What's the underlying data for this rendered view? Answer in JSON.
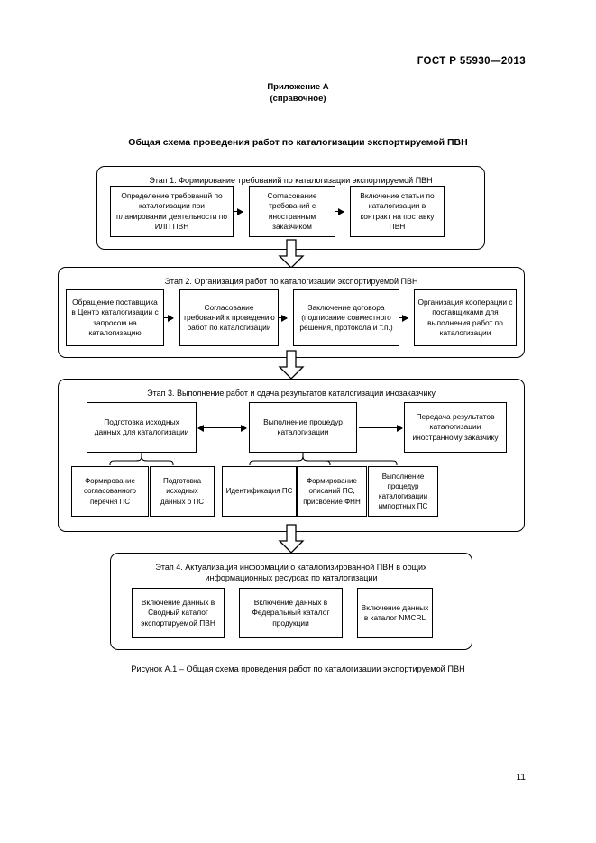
{
  "header": {
    "standard": "ГОСТ Р 55930—2013",
    "page_number": "11"
  },
  "annex": {
    "title": "Приложение А",
    "subtitle": "(справочное)"
  },
  "scheme_title": "Общая схема проведения работ по каталогизации экспортируемой ПВН",
  "figure_caption": "Рисунок А.1 – Общая схема проведения работ по каталогизации экспортируемой ПВН",
  "stages": [
    {
      "id": "stage-1",
      "title": "Этап 1. Формирование требований по каталогизации экспортируемой ПВН",
      "boxes": [
        "Определение требований по каталогизации при планировании деятельности по ИЛП ПВН",
        "Согласование требований  с иностранным заказчиком",
        "Включение статьи по каталогизации в контракт на поставку ПВН"
      ]
    },
    {
      "id": "stage-2",
      "title": "Этап 2. Организация работ по каталогизации экспортируемой ПВН",
      "boxes": [
        "Обращение поставщика в Центр каталогизации с запросом на каталогизацию",
        "Согласование требований к проведению работ по каталогизации",
        "Заключение договора (подписание совместного решения, протокола и т.п.)",
        "Организация кооперации с поставщиками для выполнения работ по каталогизации"
      ]
    },
    {
      "id": "stage-3",
      "title": "Этап 3. Выполнение работ и сдача результатов каталогизации инозаказчику",
      "boxes": [
        "Подготовка исходных данных для каталогизации",
        "Выполнение процедур каталогизации",
        "Передача результатов каталогизации иностранному заказчику"
      ],
      "subboxes": [
        "Формирование согласованного перечня ПС",
        "Подготовка исходных данных о ПС",
        "Идентификация ПС",
        "Формирование описаний ПС, присвоение ФНН",
        "Выполнение процедур каталогизации импортных ПС"
      ]
    },
    {
      "id": "stage-4",
      "title": "Этап 4. Актуализация информации о каталогизированной ПВН в общих информационных ресурсах по каталогизации",
      "boxes": [
        "Включение данных в Сводный каталог экспортируемой ПВН",
        "Включение данных в Федеральный  каталог продукции",
        "Включение данных в каталог NMCRL"
      ]
    }
  ]
}
